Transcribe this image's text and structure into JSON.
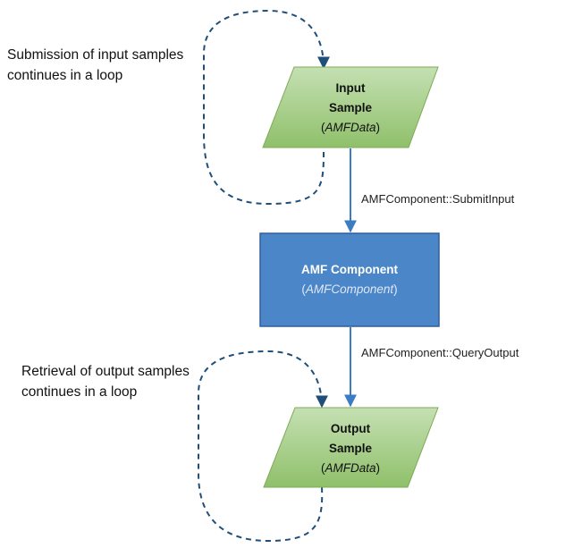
{
  "notes": {
    "input_loop": [
      "Submission of input samples",
      "continues in a loop"
    ],
    "output_loop": [
      "Retrieval of output samples",
      "continues in a loop"
    ]
  },
  "nodes": {
    "input_sample": {
      "line1": "Input",
      "line2": "Sample",
      "type": "AMFData",
      "shape": "parallelogram",
      "color": "#a9d18e"
    },
    "amf_component": {
      "name": "AMF Component",
      "type": "AMFComponent",
      "shape": "rectangle",
      "color": "#4a86c8"
    },
    "output_sample": {
      "line1": "Output",
      "line2": "Sample",
      "type": "AMFData",
      "shape": "parallelogram",
      "color": "#a9d18e"
    }
  },
  "edges": {
    "submit": {
      "label": "AMFComponent::SubmitInput",
      "from": "input_sample",
      "to": "amf_component"
    },
    "query": {
      "label": "AMFComponent::QueryOutput",
      "from": "amf_component",
      "to": "output_sample"
    }
  },
  "colors": {
    "arrow": "#3b7dc4",
    "loop": "#1f4e79",
    "node_border": "#7daa57",
    "component_border": "#2f5f99"
  }
}
